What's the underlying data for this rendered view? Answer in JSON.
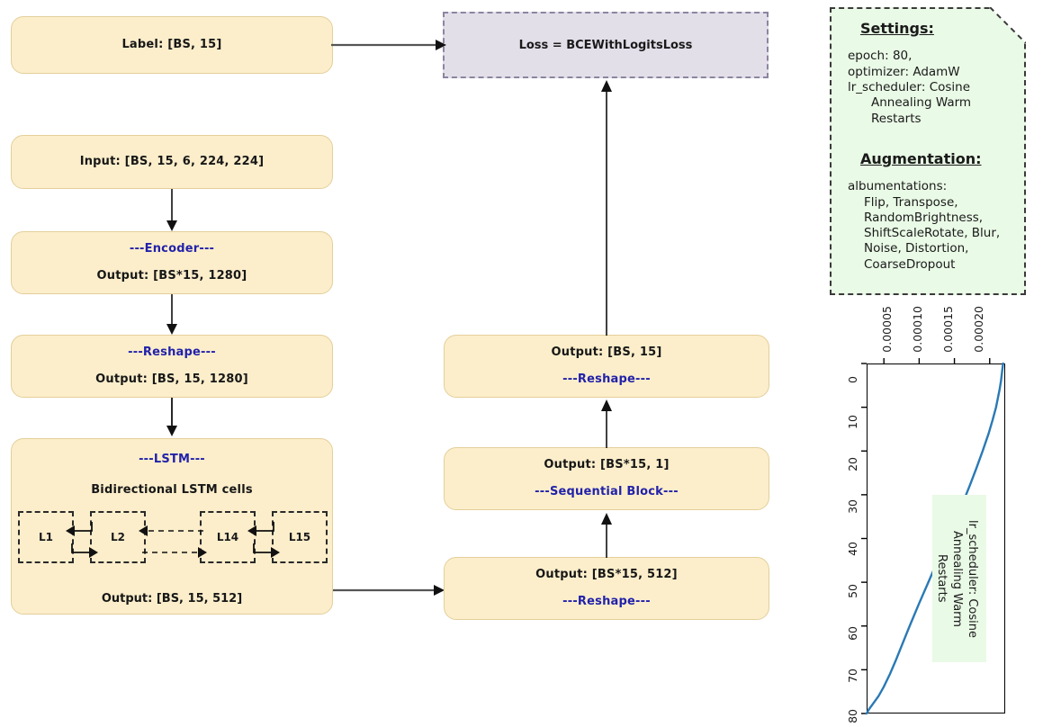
{
  "diagram": {
    "boxes": {
      "label": {
        "line1": "Label: [BS, 15]"
      },
      "loss": {
        "text": "Loss = BCEWithLogitsLoss"
      },
      "input": {
        "line1": "Input: [BS, 15, 6, 224, 224]"
      },
      "encoder": {
        "title": "---Encoder---",
        "output": "Output: [BS*15, 1280]"
      },
      "reshape1": {
        "title": "---Reshape---",
        "output": "Output: [BS, 15, 1280]"
      },
      "lstm": {
        "title": "---LSTM---",
        "subtitle": "Bidirectional LSTM cells",
        "output": "Output: [BS, 15, 512]",
        "cells": [
          "L1",
          "L2",
          "L14",
          "L15"
        ]
      },
      "reshape2": {
        "output": "Output: [BS*15, 512]",
        "title": "---Reshape---"
      },
      "sequential": {
        "output": "Output: [BS*15, 1]",
        "title": "---Sequential Block---"
      },
      "reshape3": {
        "output": "Output: [BS, 15]",
        "title": "---Reshape---"
      }
    },
    "colors": {
      "box_fill": "#fceecb",
      "box_border": "#e3cf9a",
      "loss_fill": "#e3dfe9",
      "loss_border": "#8d85a0",
      "accent_blue": "#2222aa",
      "arrow": "#555555",
      "note_fill": "#e9fae6",
      "curve": "#2a79b5"
    }
  },
  "note": {
    "settings_heading": "Settings:",
    "settings_lines": [
      "epoch: 80,",
      "optimizer: AdamW",
      "lr_scheduler: Cosine",
      "Annealing Warm",
      "Restarts"
    ],
    "augmentation_heading": "Augmentation:",
    "augmentation_lines": [
      "albumentations:",
      "Flip, Transpose,",
      "RandomBrightness,",
      "ShiftScaleRotate, Blur,",
      "Noise, Distortion,",
      "CoarseDropout"
    ]
  },
  "chart_data": {
    "type": "line",
    "title": "",
    "orientation": "rotated-90",
    "xlabel": "",
    "ylabel": "",
    "annotation": "lr_scheduler: Cosine\nAnnealing Warm\nRestarts",
    "xticks": [
      "0.00005",
      "0.00010",
      "0.00015",
      "0.00020"
    ],
    "xtick_values": [
      5e-05,
      0.0001,
      0.00015,
      0.0002
    ],
    "yticks": [
      "0",
      "10",
      "20",
      "30",
      "40",
      "50",
      "60",
      "70",
      "80"
    ],
    "ytick_values": [
      0,
      10,
      20,
      30,
      40,
      50,
      60,
      70,
      80
    ],
    "xlim": [
      2.55e-05,
      0.000222
    ],
    "ylim": [
      0,
      80
    ],
    "grid": false,
    "legend": "none",
    "x": [
      0,
      2,
      4,
      6,
      8,
      10,
      13,
      16,
      20,
      24,
      28,
      32,
      36,
      40,
      45,
      50,
      55,
      60,
      64,
      68,
      71,
      74,
      76,
      78,
      79,
      80
    ],
    "y": [
      0.000219,
      0.0002175,
      0.000216,
      0.000214,
      0.0002115,
      0.000209,
      0.000204,
      0.0001985,
      0.00019,
      0.000181,
      0.0001715,
      0.0001615,
      0.000151,
      0.00014,
      0.0001265,
      0.000113,
      9.95e-05,
      8.65e-05,
      7.65e-05,
      6.65e-05,
      5.85e-05,
      4.95e-05,
      4.25e-05,
      3.35e-05,
      2.9e-05,
      2.55e-05
    ]
  }
}
